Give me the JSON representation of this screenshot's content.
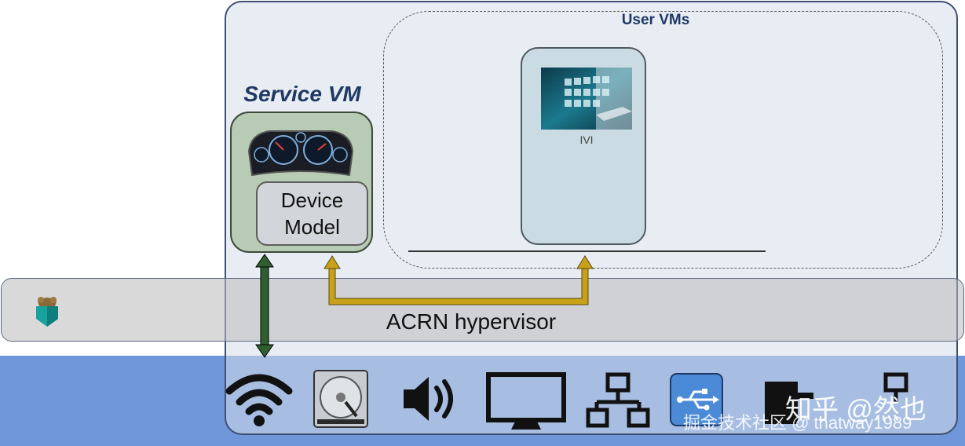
{
  "user_vms": {
    "title": "User VMs"
  },
  "ivi": {
    "label": "IVI"
  },
  "service_vm": {
    "title": "Service VM",
    "device_model_line1": "Device",
    "device_model_line2": "Model"
  },
  "hypervisor": {
    "label": "ACRN hypervisor"
  },
  "hardware": {
    "icons": [
      "wifi-icon",
      "hard-disk-icon",
      "speaker-icon",
      "monitor-icon",
      "network-icon",
      "usb-icon",
      "camera-icon",
      "network-partial-icon"
    ]
  },
  "watermarks": {
    "zhihu": "知乎 @然也",
    "juejin": "掘金技术社区 @ thatway1989"
  },
  "colors": {
    "hw_band": "#6f97d9",
    "hypervisor_band": "#b9b9b9",
    "service_vm": "#b8cbb4",
    "ivi_box": "#cbdbe4",
    "virtio_arrow": "#c8a019",
    "passthrough_arrow": "#2f5f30",
    "title_blue": "#1f3864"
  }
}
